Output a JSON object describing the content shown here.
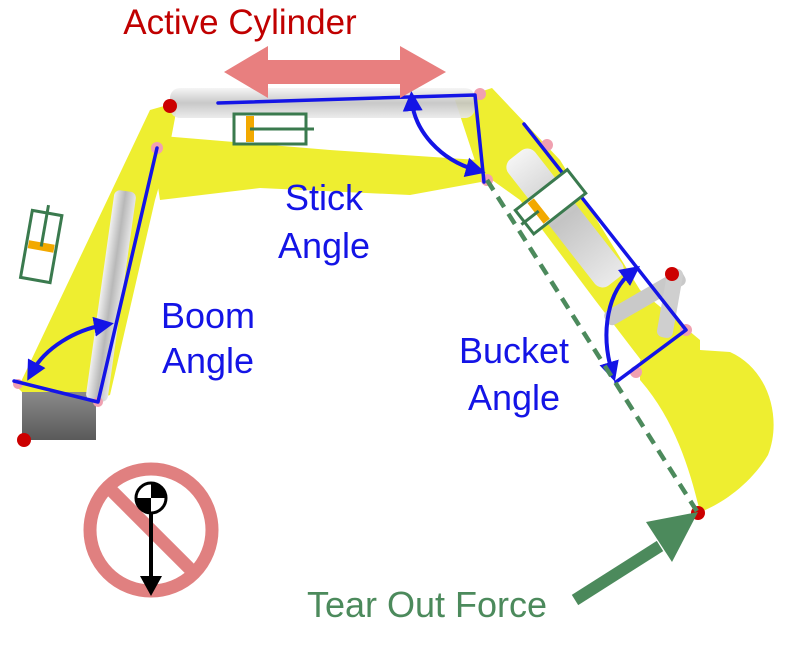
{
  "labels": {
    "active_cylinder": "Active Cylinder",
    "stick_angle": [
      "Stick",
      "Angle"
    ],
    "boom_angle": [
      "Boom",
      "Angle"
    ],
    "bucket_angle": [
      "Bucket",
      "Angle"
    ],
    "tear_out_force": "Tear Out Force"
  },
  "colors": {
    "arm_fill": "#eeee30",
    "angle_lines": "#1414e6",
    "active_label": "#c00000",
    "angle_label": "#1414e6",
    "force": "#4c8a5c",
    "active_arrow": "#e87f7f",
    "pivot": "#cc0000",
    "cylinder_icon": "#3a7a4e",
    "cylinder_accent": "#f2a900",
    "no_sign": "#e08080"
  },
  "icons": [
    "double-arrow-icon",
    "hydraulic-cylinder-icon",
    "center-of-gravity-icon",
    "no-sign-icon",
    "force-arrow-icon",
    "pivot-pin-icon"
  ]
}
